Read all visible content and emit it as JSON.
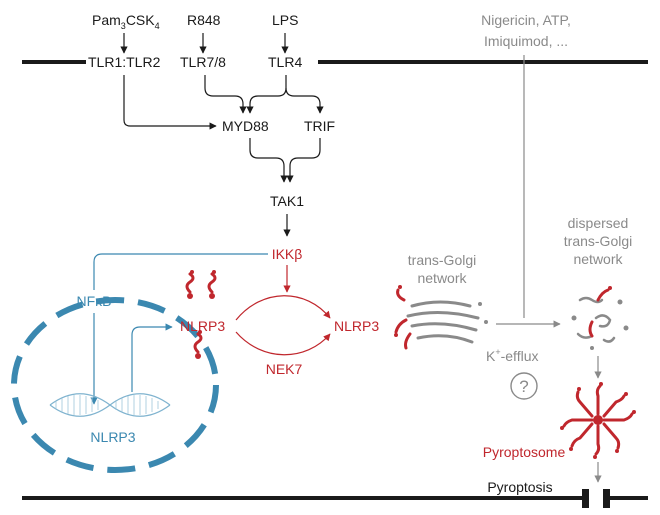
{
  "colors": {
    "black": "#1a1a1a",
    "red": "#c0272d",
    "blue": "#3b88b0",
    "gray": "#8a8a8a",
    "light_blue": "#cfe3ee"
  },
  "ligands": {
    "pam3csk4_main": "Pam",
    "pam3csk4_sub1": "3",
    "pam3csk4_mid": "CSK",
    "pam3csk4_sub2": "4",
    "r848": "R848",
    "lps": "LPS",
    "gray_line1": "Nigericin, ATP,",
    "gray_line2": "Imiquimod, ..."
  },
  "receptors": {
    "tlr1_tlr2": "TLR1:TLR2",
    "tlr7_8": "TLR7/8",
    "tlr4": "TLR4"
  },
  "adaptors": {
    "myd88": "MYD88",
    "trif": "TRIF",
    "tak1": "TAK1"
  },
  "red_nodes": {
    "ikkb": "IKKβ",
    "nlrp3_left": "NLRP3",
    "nlrp3_right": "NLRP3",
    "nek7": "NEK7",
    "pyroptosome": "Pyroptosome"
  },
  "blue_nodes": {
    "nfkb": "NFκB",
    "nlrp3_gene": "NLRP3"
  },
  "golgi": {
    "tgn_line1": "trans-Golgi",
    "tgn_line2": "network",
    "dtgn_line1": "dispersed",
    "dtgn_line2": "trans-Golgi",
    "dtgn_line3": "network",
    "k_main": "K",
    "k_sup": "+",
    "k_rest": "-efflux",
    "question": "?"
  },
  "outcome": {
    "pyroptosis": "Pyroptosis"
  },
  "icons": [
    "question-circle-icon",
    "nlrp3-monomer-icon",
    "pyroptosome-icon",
    "golgi-stack-icon",
    "dna-helix-icon"
  ]
}
